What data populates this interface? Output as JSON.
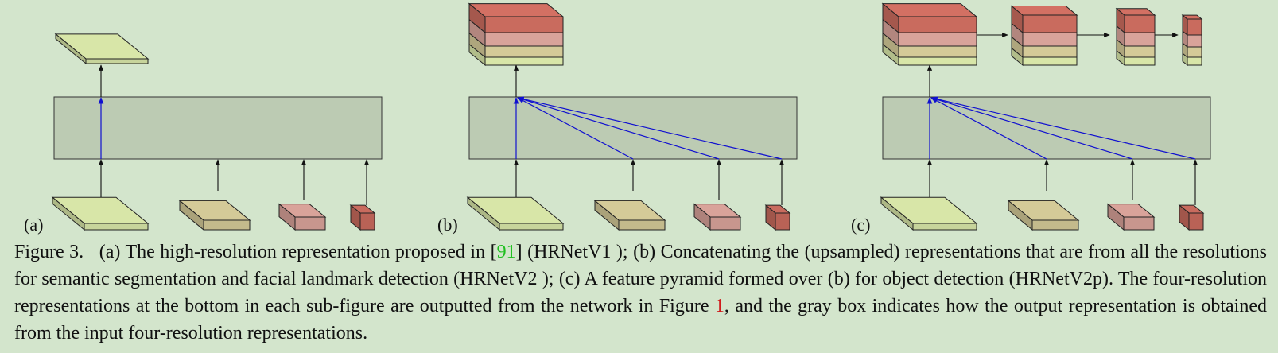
{
  "figure": {
    "panels": [
      {
        "label": "(a)",
        "top": "single"
      },
      {
        "label": "(b)",
        "top": "concat"
      },
      {
        "label": "(c)",
        "top": "pyramid"
      }
    ]
  },
  "caption": {
    "prefix": "Figure 3.",
    "part1": "(a) The high-resolution representation proposed in [",
    "ref1": "91",
    "part2": "] (HRNetV1 ); (b) Concatenating the (upsampled) representations that are from all the resolutions for semantic segmentation and facial landmark detection (HRNetV2 ); (c) A feature pyramid formed over (b) for object detection (HRNetV2p). The four-resolution representations at the bottom in each sub-figure are outputted from the network in Figure ",
    "ref2": "1",
    "part3": ", and the gray box indicates how the output representation is obtained from the input four-resolution representations."
  },
  "colors": {
    "background": "#d3e5cc",
    "gray_box": "#bccbb3",
    "res1": "#d8e6a8",
    "res2": "#d4ca98",
    "res3": "#d9a39a",
    "res4": "#c96b5e",
    "blue_arrow": "#1010d0",
    "ref_green": "#1fbf1f",
    "ref_red": "#d01b1b"
  }
}
